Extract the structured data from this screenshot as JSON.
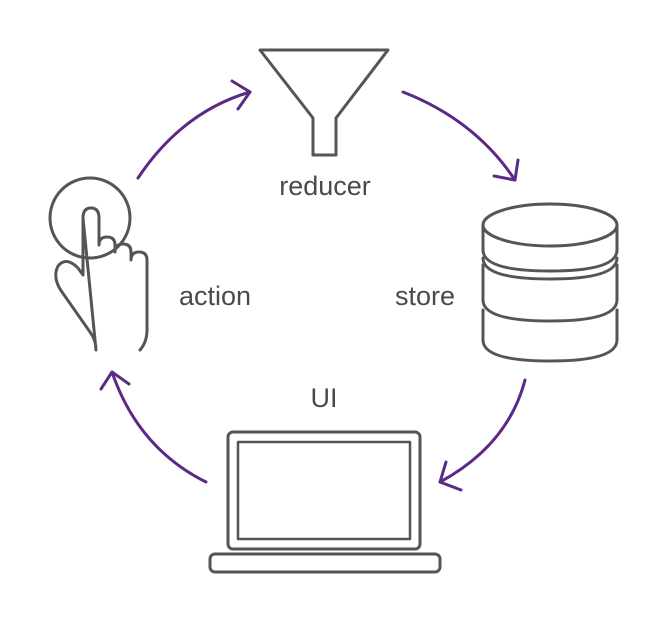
{
  "labels": {
    "reducer": "reducer",
    "store": "store",
    "ui": "UI",
    "action": "action"
  },
  "icons": {
    "reducer": "funnel-icon",
    "store": "database-icon",
    "ui": "laptop-icon",
    "action": "hand-pointer-icon"
  },
  "colors": {
    "arrow": "#5b2a86",
    "icon": "#555555",
    "text": "#4a4a4a"
  }
}
